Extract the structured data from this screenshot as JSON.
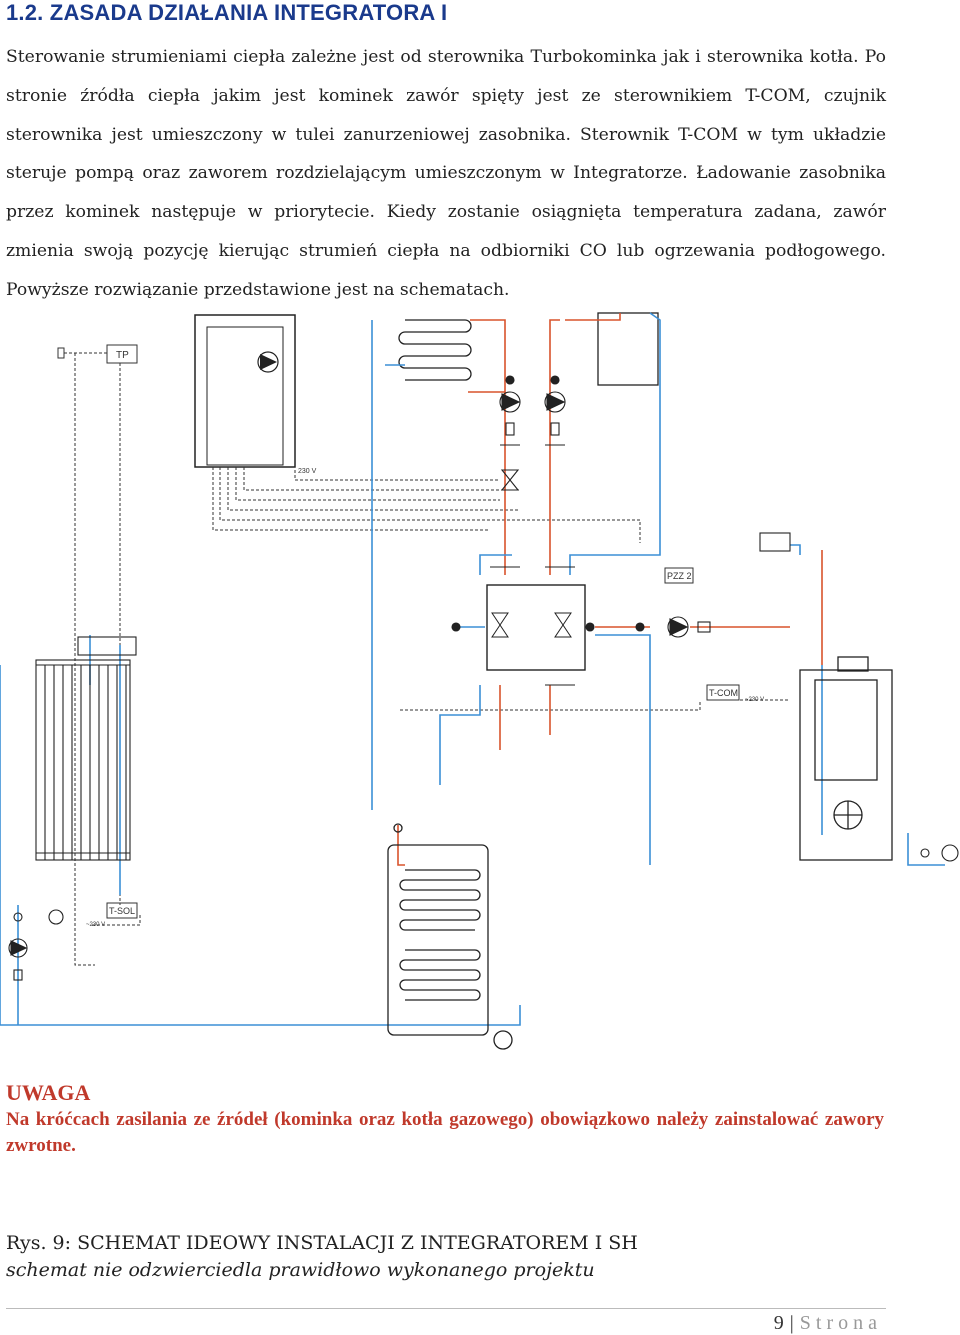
{
  "section": {
    "heading": "1.2. ZASADA DZIAŁANIA INTEGRATORA I",
    "paragraph": "Sterowanie strumieniami ciepła zależne jest od sterownika Turbokominka jak i sterownika kotła. Po stronie źródła ciepła jakim jest kominek zawór spięty jest ze sterownikiem T-COM, czujnik sterownika jest umieszczony w tulei zanurzeniowej zasobnika. Sterownik T-COM w tym układzie steruje pompą oraz zaworem rozdzielającym umieszczonym w Integratorze. Ładowanie zasobnika przez kominek następuje w priorytecie. Kiedy zostanie osiągnięta temperatura zadana, zawór zmienia swoją pozycję kierując strumień ciepła na odbiorniki CO lub ogrzewania podłogowego. Powyższe rozwiązanie przedstawione jest na schematach."
  },
  "diagram": {
    "labels": {
      "tp": "TP",
      "v230_top": "230 V",
      "pzz2": "PZZ 2",
      "tcom": "T-COM",
      "v230_tcom": "~230 V",
      "tsol": "T-SOL",
      "v230_tsol": "~230 V"
    },
    "colors": {
      "supply": "#d9532c",
      "return": "#3b8fd6",
      "control": "#333333"
    }
  },
  "warning": {
    "title": "UWAGA",
    "text": "Na króćcach zasilania ze źródeł (kominka oraz kotła gazowego) obowiązkowo należy zainstalować zawory zwrotne."
  },
  "figure": {
    "caption": "Rys. 9: SCHEMAT IDEOWY INSTALACJI Z INTEGRATOREM I SH",
    "note": "schemat nie odzwierciedla prawidłowo wykonanego projektu"
  },
  "footer": {
    "page_number": "9",
    "separator": "|",
    "page_word": "Strona"
  }
}
